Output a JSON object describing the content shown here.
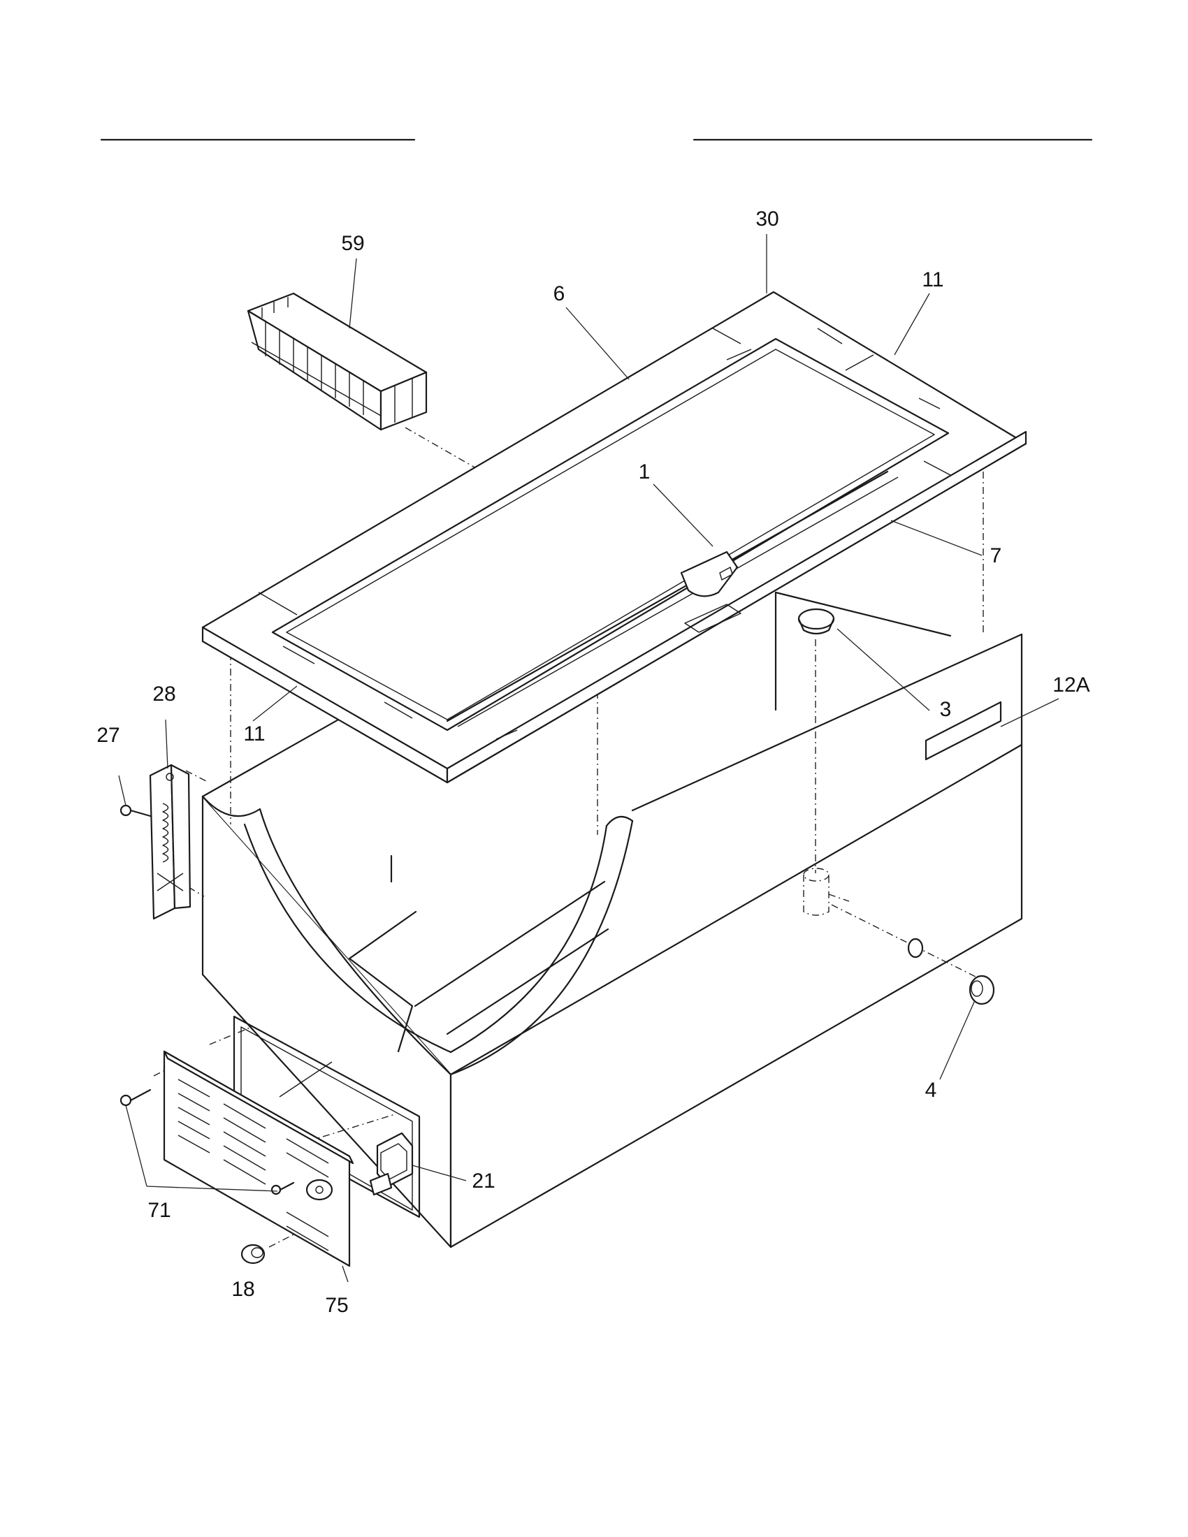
{
  "callouts": {
    "c1": "1",
    "c3": "3",
    "c4": "4",
    "c6": "6",
    "c7": "7",
    "c11a": "11",
    "c11b": "11",
    "c12a": "12A",
    "c18": "18",
    "c21": "21",
    "c27": "27",
    "c28": "28",
    "c30": "30",
    "c59": "59",
    "c71": "71",
    "c75": "75"
  },
  "colors": {
    "line": "#1a1a1a",
    "background": "#ffffff"
  }
}
